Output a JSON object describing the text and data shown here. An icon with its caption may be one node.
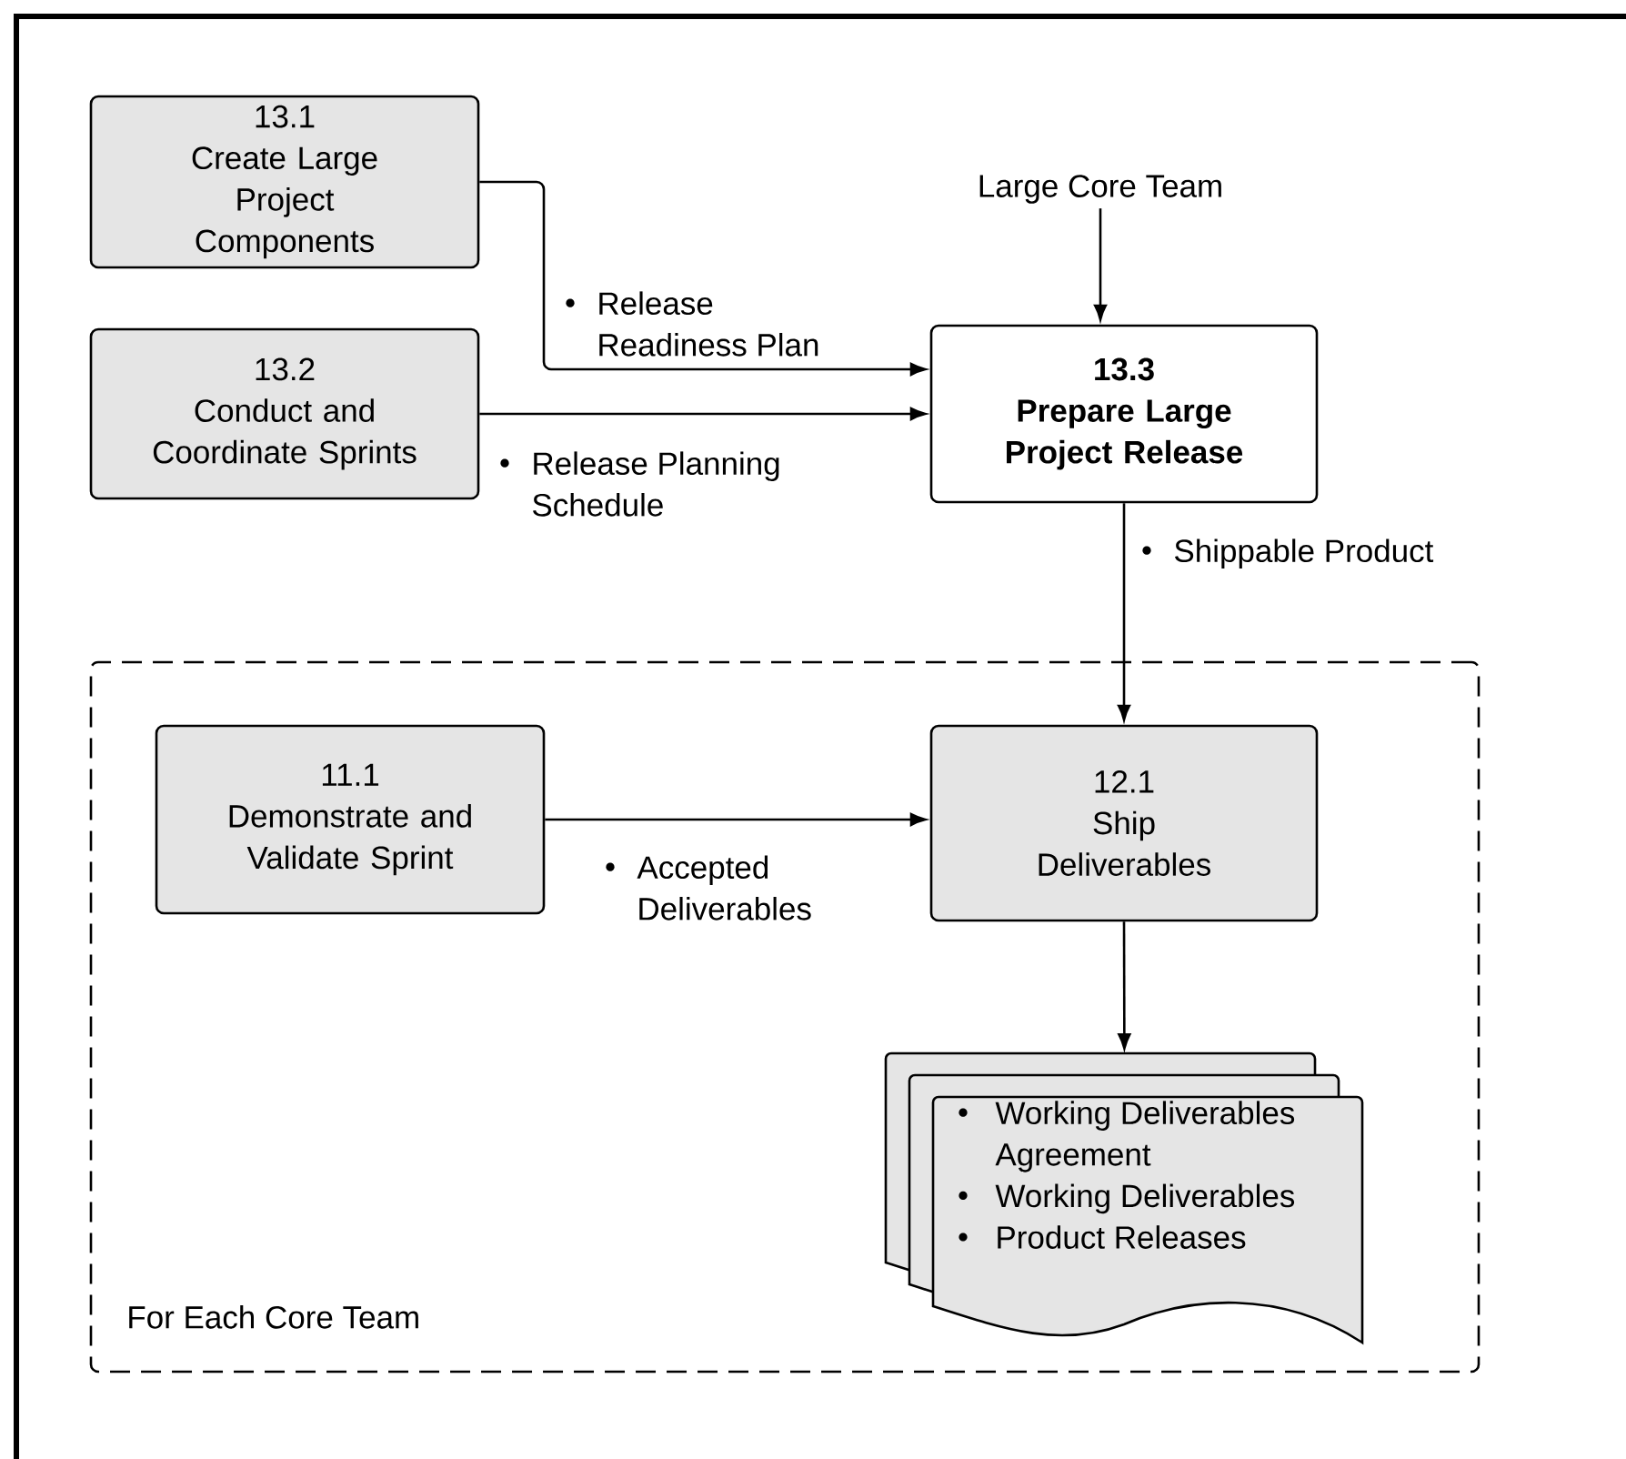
{
  "diagram": {
    "nodes": [
      {
        "text": [
          "13.1",
          "Create Large Project Components"
        ]
      },
      {
        "text": [
          "13.2",
          "Conduct and Coordinate Sprints"
        ]
      },
      {
        "text": [
          "Large Core Team"
        ]
      },
      {
        "text": [
          "13.3",
          "Prepare Large Project Release"
        ]
      },
      {
        "text": [
          "For Each Core Team"
        ]
      },
      {
        "text": [
          "11.1",
          "Demonstrate and Validate Sprint"
        ],
        "in": 4
      },
      {
        "text": [
          "12.1",
          "Ship Deliverables"
        ],
        "in": 4
      },
      {
        "text": [
          "Working Deliverables Agreement",
          "Working Deliverables",
          "Product Releases"
        ],
        "in": 4
      }
    ],
    "edges": [
      {
        "from": 0,
        "to": 3,
        "arrow": "to",
        "label": "Release Readiness Plan"
      },
      {
        "from": 1,
        "to": 3,
        "arrow": "to",
        "label": "Release Planning Schedule"
      },
      {
        "from": 2,
        "to": 3,
        "arrow": "to"
      },
      {
        "from": 3,
        "to": 6,
        "arrow": "to",
        "label": "Shippable Product"
      },
      {
        "from": 5,
        "to": 6,
        "arrow": "to",
        "label": "Accepted Deliverables"
      },
      {
        "from": 6,
        "to": 7,
        "arrow": "to"
      }
    ]
  }
}
